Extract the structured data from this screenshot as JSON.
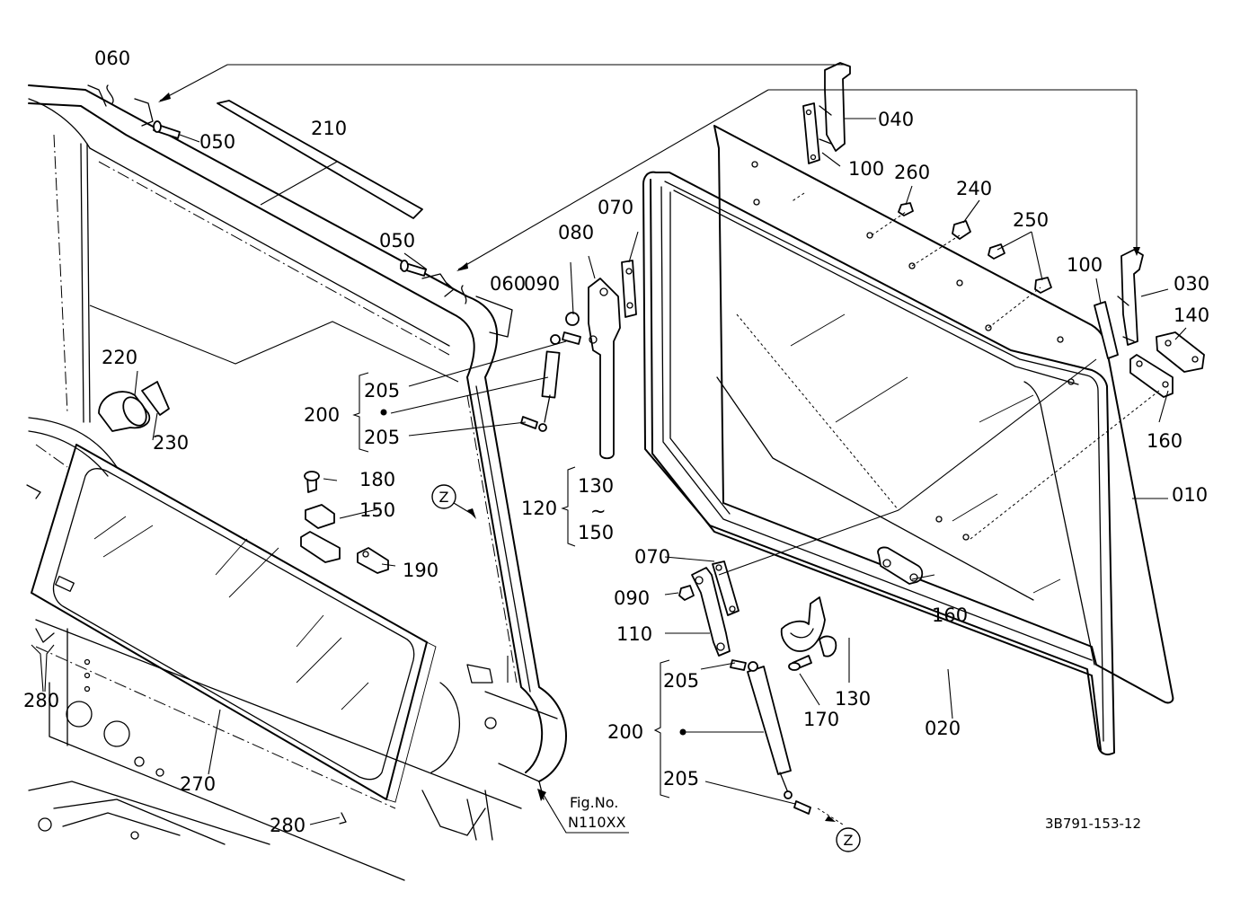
{
  "callouts": {
    "c010": "010",
    "c020": "020",
    "c030": "030",
    "c040": "040",
    "c050_top": "050",
    "c050_mid": "050",
    "c060_top": "060",
    "c060_mid": "060",
    "c070_top": "070",
    "c070_bot": "070",
    "c080": "080",
    "c090_top": "090",
    "c090_bot": "090",
    "c100_top": "100",
    "c100_right": "100",
    "c110": "110",
    "c120": "120",
    "c130_range": "130",
    "c130_tilde": "~",
    "c150_range": "150",
    "c130_bot": "130",
    "c140": "140",
    "c150": "150",
    "c160_right": "160",
    "c160_mid": "160",
    "c170": "170",
    "c180": "180",
    "c190": "190",
    "c200_top": "200",
    "c200_bot": "200",
    "c205_a": "205",
    "c205_b": "205",
    "c205_c": "205",
    "c205_d": "205",
    "c210": "210",
    "c220": "220",
    "c230": "230",
    "c240": "240",
    "c250": "250",
    "c260": "260",
    "c270": "270",
    "c280_left": "280",
    "c280_bot": "280"
  },
  "markers": {
    "z_top": "Z",
    "z_bot": "Z"
  },
  "figure": {
    "label": "Fig.No.",
    "number": "N110XX"
  },
  "drawing_code": "3B791-153-12"
}
